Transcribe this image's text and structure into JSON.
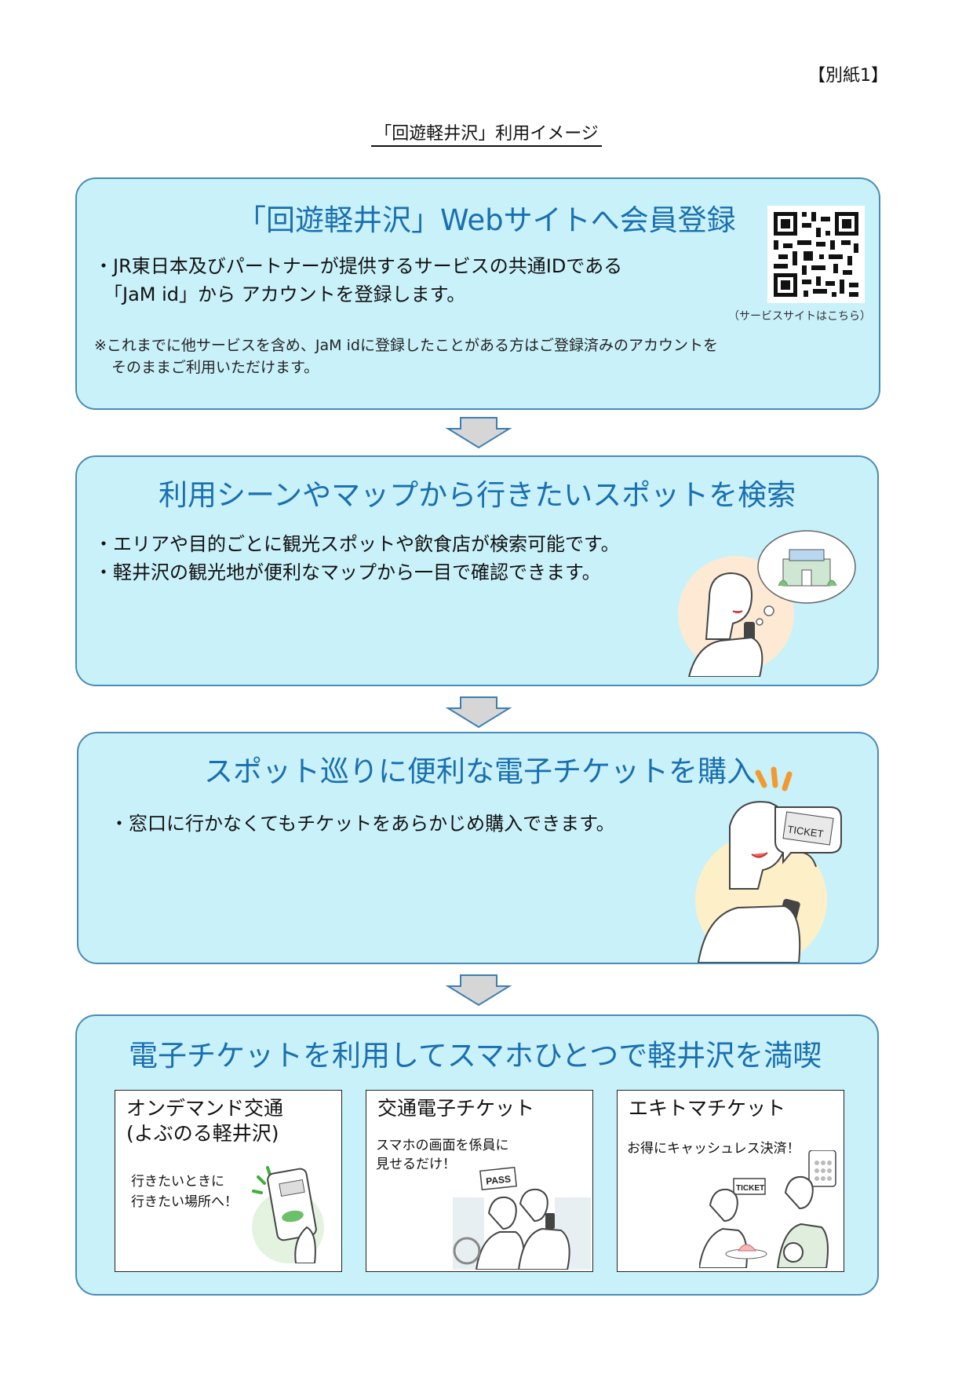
{
  "attachment_label": "【別紙1】",
  "document_title": "「回遊軽井沢」利用イメージ",
  "step1": {
    "title": "「回遊軽井沢」Webサイトへ会員登録",
    "bullet_line1": "・JR東日本及びパートナーが提供するサービスの共通IDである",
    "bullet_line2": "「JaM id」から アカウントを登録します。",
    "note_line1": "※これまでに他サービスを含め、JaM idに登録したことがある方はご登録済みのアカウントを",
    "note_line2": "そのままご利用いただけます。",
    "qr_caption": "（サービスサイトはこちら）"
  },
  "step2": {
    "title": "利用シーンやマップから行きたいスポットを検索",
    "bullet1": "・エリアや目的ごとに観光スポットや飲食店が検索可能です。",
    "bullet2": "・軽井沢の観光地が便利なマップから一目で確認できます。"
  },
  "step3": {
    "title": "スポット巡りに便利な電子チケットを購入",
    "bullet1": "・窓口に行かなくてもチケットをあらかじめ購入できます。",
    "ticket_label": "TICKET"
  },
  "step4": {
    "title": "電子チケットを利用してスマホひとつで軽井沢を満喫",
    "cards": [
      {
        "title_line1": "オンデマンド交通",
        "title_line2": "(よぶのる軽井沢)",
        "text_line1": "行きたいときに",
        "text_line2": "行きたい場所へ！"
      },
      {
        "title_line1": "交通電子チケット",
        "text_line1": "スマホの画面を係員に",
        "text_line2": "見せるだけ！",
        "badge": "PASS"
      },
      {
        "title_line1": "エキトマチケット",
        "text_line1": "お得にキャッシュレス決済！",
        "badge": "TICKET"
      }
    ]
  },
  "colors": {
    "panel_fill": "#c9f1fa",
    "panel_border": "#4a8bb5",
    "title_blue": "#1a6fb0",
    "arrow_fill": "#d6d6d6",
    "arrow_stroke": "#3d7db3"
  }
}
